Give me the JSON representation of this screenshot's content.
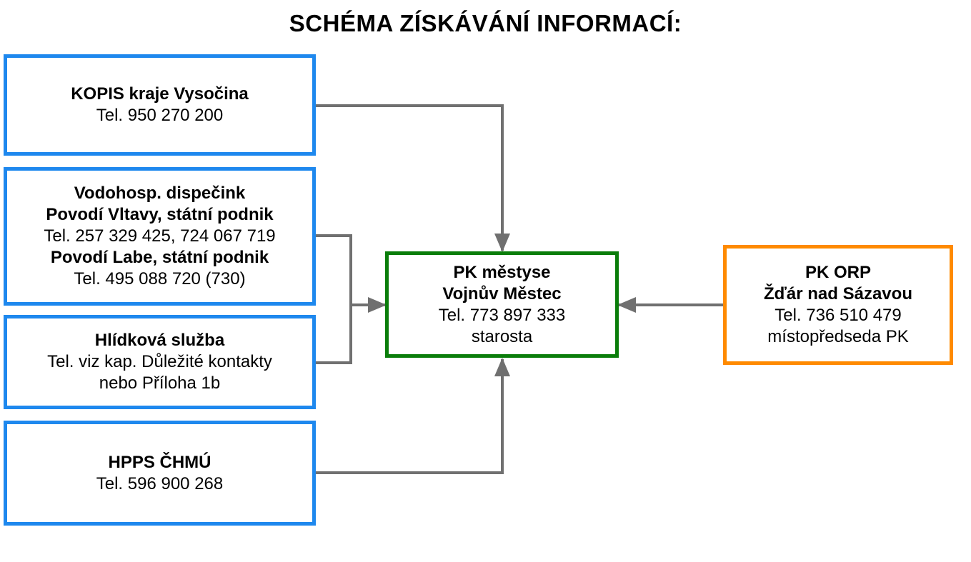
{
  "title": "SCHÉMA ZÍSKÁVÁNÍ INFORMACÍ:",
  "colors": {
    "source": "#1e88ee",
    "center": "#0a7d0a",
    "orp": "#ff8a00",
    "arrow": "#707070"
  },
  "kopis": {
    "name": "KOPIS kraje Vysočina",
    "tel": "Tel. 950 270 200"
  },
  "vodohosp": {
    "name": "Vodohosp. dispečink",
    "vltava": "Povodí Vltavy, státní podnik",
    "vltava_tel": "Tel. 257 329 425, 724 067 719",
    "labe": "Povodí Labe, státní podnik",
    "labe_tel": "Tel. 495 088 720 (730)"
  },
  "hlidkova": {
    "name": "Hlídková služba",
    "line1": "Tel. viz kap. Důležité kontakty",
    "line2": "nebo Příloha 1b"
  },
  "hpps": {
    "name": "HPPS ČHMÚ",
    "tel": "Tel. 596 900 268"
  },
  "center": {
    "line1": "PK městyse",
    "line2": "Vojnův Městec",
    "tel": "Tel. 773 897 333",
    "role": "starosta"
  },
  "orp": {
    "line1": "PK ORP",
    "line2": "Žďár nad Sázavou",
    "tel": "Tel. 736 510 479",
    "role": "místopředseda PK"
  }
}
